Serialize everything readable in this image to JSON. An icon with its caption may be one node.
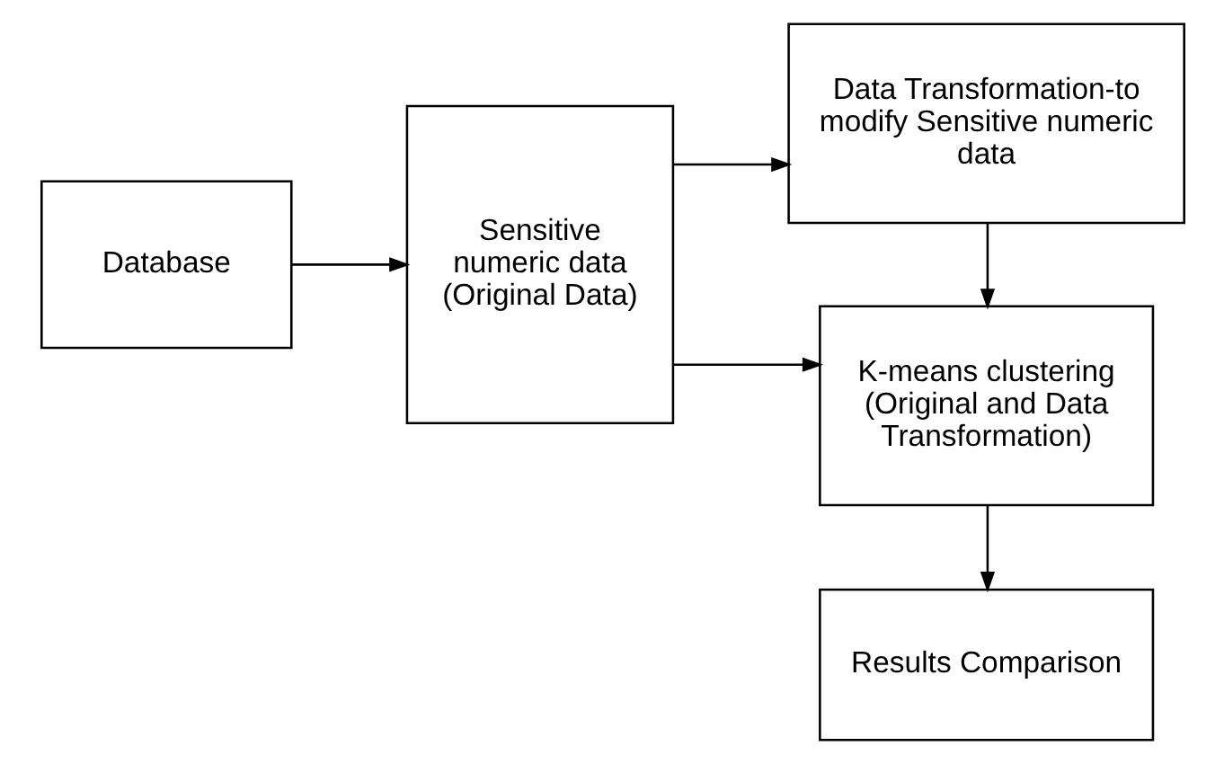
{
  "diagram": {
    "nodes": [
      {
        "text": [
          "Database"
        ]
      },
      {
        "text": [
          "Sensitive numeric data (Original Data)"
        ]
      },
      {
        "text": [
          "Data Transformation-to modify Sensitive numeric data"
        ]
      },
      {
        "text": [
          "K-means clustering (Original and Data Transformation)"
        ]
      },
      {
        "text": [
          "Results Comparison"
        ]
      }
    ],
    "edges": [
      {
        "from": 0,
        "to": 1,
        "arrow": "to"
      },
      {
        "from": 1,
        "to": 2,
        "arrow": "to"
      },
      {
        "from": 1,
        "to": 3,
        "arrow": "to"
      },
      {
        "from": 2,
        "to": 3,
        "arrow": "to"
      },
      {
        "from": 3,
        "to": 4,
        "arrow": "to"
      }
    ]
  }
}
